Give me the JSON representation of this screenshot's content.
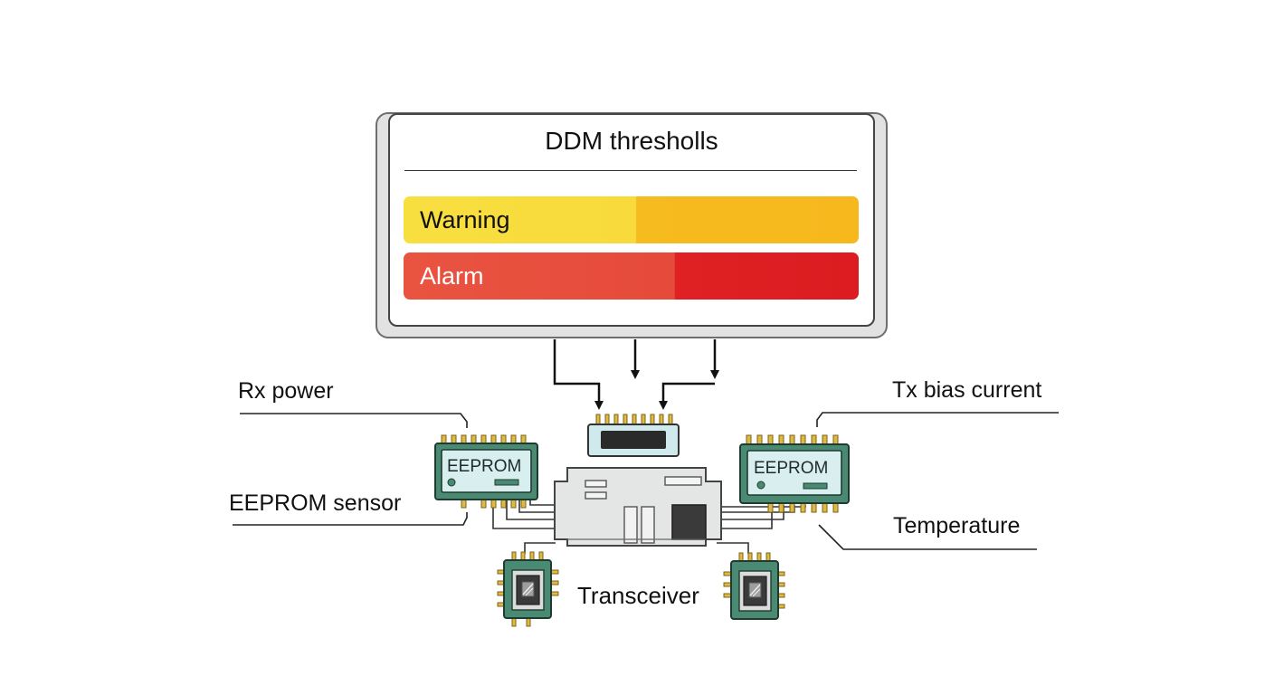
{
  "thresholds": {
    "title": "DDM thresholls",
    "levels": [
      {
        "label": "Warning",
        "color": "#f7c62a"
      },
      {
        "label": "Alarm",
        "color": "#e23628"
      }
    ]
  },
  "labels": {
    "rx_power": "Rx power",
    "tx_bias_current": "Tx bias current",
    "eeprom_sensor": "EEPROM sensor",
    "temperature": "Temperature",
    "transceiver": "Transceiver"
  },
  "chips": {
    "left_label": "EEPROM",
    "right_label": "EEPROM"
  },
  "colors": {
    "pcb_green": "#4a8a72",
    "chip_face": "#d9eeef",
    "pin_gold": "#e0b843",
    "housing": "#e4e6e6"
  }
}
